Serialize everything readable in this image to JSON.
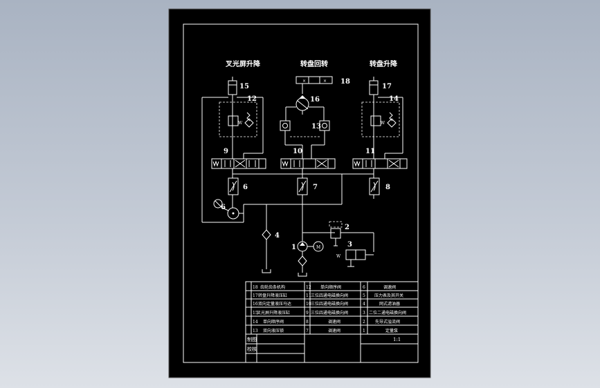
{
  "drawing": {
    "labels": {
      "left_title": "叉光屏升降",
      "center_title": "转盘回转",
      "right_title": "转盘升降"
    },
    "callouts": {
      "n15": "15",
      "n12": "12",
      "n18": "18",
      "n16": "16",
      "n13": "13",
      "n17": "17",
      "n14": "14",
      "n9": "9",
      "n10": "10",
      "n11": "11",
      "n6a": "6",
      "n7": "7",
      "n8": "8",
      "n6b": "6",
      "n4": "4",
      "n1": "1",
      "n2": "2",
      "n3": "3",
      "w": "W"
    }
  },
  "parts_table": {
    "rows": [
      [
        {
          "no": "18",
          "name": "齿轮齿条机构"
        },
        {
          "no": "12",
          "name": "单向顺序阀"
        },
        {
          "no": "6",
          "name": "调速阀"
        }
      ],
      [
        {
          "no": "17",
          "name": "转盘升降液压缸"
        },
        {
          "no": "11",
          "name": "三位四通电磁换向阀"
        },
        {
          "no": "5",
          "name": "压力表及其开关"
        }
      ],
      [
        {
          "no": "16",
          "name": "双向定量液压马达"
        },
        {
          "no": "10",
          "name": "三位四通电磁换向阀"
        },
        {
          "no": "4",
          "name": "网式滤油器"
        }
      ],
      [
        {
          "no": "15",
          "name": "叉光屏升降液压缸"
        },
        {
          "no": "9",
          "name": "三位四通电磁换向阀"
        },
        {
          "no": "3",
          "name": "二位二通电磁换向阀"
        }
      ],
      [
        {
          "no": "14",
          "name": "单向顺序阀"
        },
        {
          "no": "8",
          "name": "调速阀"
        },
        {
          "no": "2",
          "name": "先导式溢流阀"
        }
      ],
      [
        {
          "no": "13",
          "name": "双向液压锁"
        },
        {
          "no": "7",
          "name": "调速阀"
        },
        {
          "no": "1",
          "name": "定量泵"
        }
      ]
    ],
    "title_block": {
      "drawn_label": "制图",
      "checked_label": "校核",
      "scale": "1:1"
    }
  }
}
